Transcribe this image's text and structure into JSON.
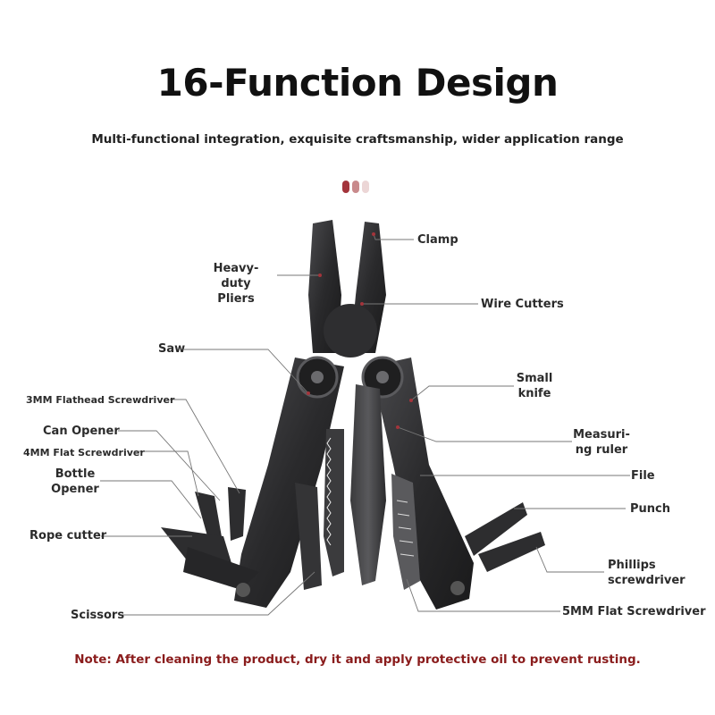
{
  "header": {
    "title": "16-Function Design",
    "subtitle": "Multi-functional integration, exquisite craftsmanship, wider application range"
  },
  "colors": {
    "dot1": "#a3343b",
    "dot2": "#c98a8c",
    "dot3": "#ecd6d6",
    "note": "#8a1c1c",
    "metal": "#2c2c2e"
  },
  "labels": {
    "clamp": "Clamp",
    "pliers": "Heavy-duty\nPliers",
    "wire_cutters": "Wire Cutters",
    "saw": "Saw",
    "small_knife": "Small\nknife",
    "flathead_3mm": "3MM Flathead Screwdriver",
    "can_opener": "Can Opener",
    "measuring_ruler": "Measuri-\nng ruler",
    "flat_4mm": "4MM Flat Screwdriver",
    "file": "File",
    "bottle_opener": "Bottle\nOpener",
    "punch": "Punch",
    "rope_cutter": "Rope cutter",
    "phillips": "Phillips\nscrewdriver",
    "scissors": "Scissors",
    "flat_5mm": "5MM Flat Screwdriver"
  },
  "footer": {
    "note": "Note: After cleaning the product, dry it and apply protective oil to prevent rusting."
  }
}
